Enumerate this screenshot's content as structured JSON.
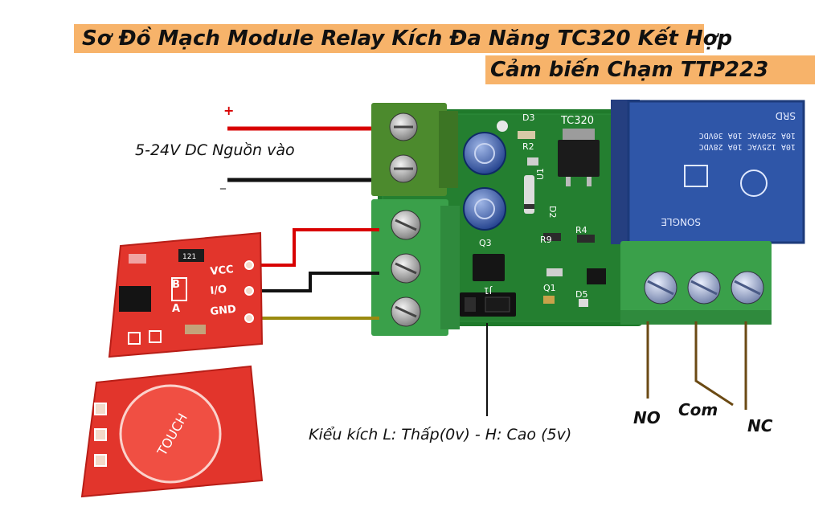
{
  "title": {
    "line1": "Sơ Đồ Mạch Module Relay Kích Đa Năng TC320 Kết Hợp",
    "line2": "Cảm biến Chạm TTP223"
  },
  "colors": {
    "title_bg": "#f7b36a",
    "pcb_green": "#1f7a2b",
    "terminal_green": "#3aa04a",
    "relay_blue": "#2f56a8",
    "sensor_red": "#e2352c",
    "wire_red": "#d80000",
    "wire_black": "#111111",
    "wire_olive": "#9a8a10",
    "wire_brown": "#6b4a14"
  },
  "power": {
    "plus": "+",
    "minus": "_",
    "label": "5-24V DC Nguồn vào"
  },
  "module": {
    "name": "TC320",
    "parts": [
      "D3",
      "R2",
      "U1",
      "D2",
      "Q3",
      "R9",
      "R4",
      "J1",
      "Q1",
      "D5"
    ]
  },
  "relay": {
    "brand": "SONGLE",
    "model": "SRD",
    "ratings": [
      "10A 250VAC 10A 30VDC",
      "10A 125VAC 10A 28VDC"
    ]
  },
  "sensor": {
    "pins": [
      "VCC",
      "I/O",
      "GND"
    ],
    "jumpers": [
      "B",
      "A"
    ],
    "pad_label": "TOUCH",
    "chip_label": "121"
  },
  "trigger": {
    "label": "Kiểu kích L: Thấp(0v) - H: Cao (5v)"
  },
  "outputs": {
    "no": "NO",
    "com": "Com",
    "nc": "NC"
  }
}
